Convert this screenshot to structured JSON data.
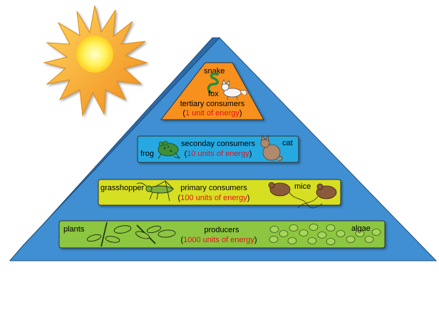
{
  "diagram": {
    "tiers": [
      {
        "title": "tertiary consumers",
        "energy": "1 unit of energy",
        "organisms": [
          "snake",
          "fox"
        ],
        "color": "#f7901e"
      },
      {
        "title": "seconday consumers",
        "energy": "10 units of energy",
        "organisms": [
          "frog",
          "cat"
        ],
        "color": "#27a9e1"
      },
      {
        "title": "primary consumers",
        "energy": "100 units of energy",
        "organisms": [
          "grasshopper",
          "mice"
        ],
        "color": "#d7df23"
      },
      {
        "title": "producers",
        "energy": "1000 units of energy",
        "organisms": [
          "plants",
          "algae"
        ],
        "color": "#8dc63f"
      }
    ],
    "colors": {
      "pyramid_face": "#3f8fd2",
      "pyramid_side": "#2c6aa8",
      "sun": "#ffe94a",
      "sun_rays": "#f6a623",
      "energy_text": "#e8101a"
    }
  }
}
